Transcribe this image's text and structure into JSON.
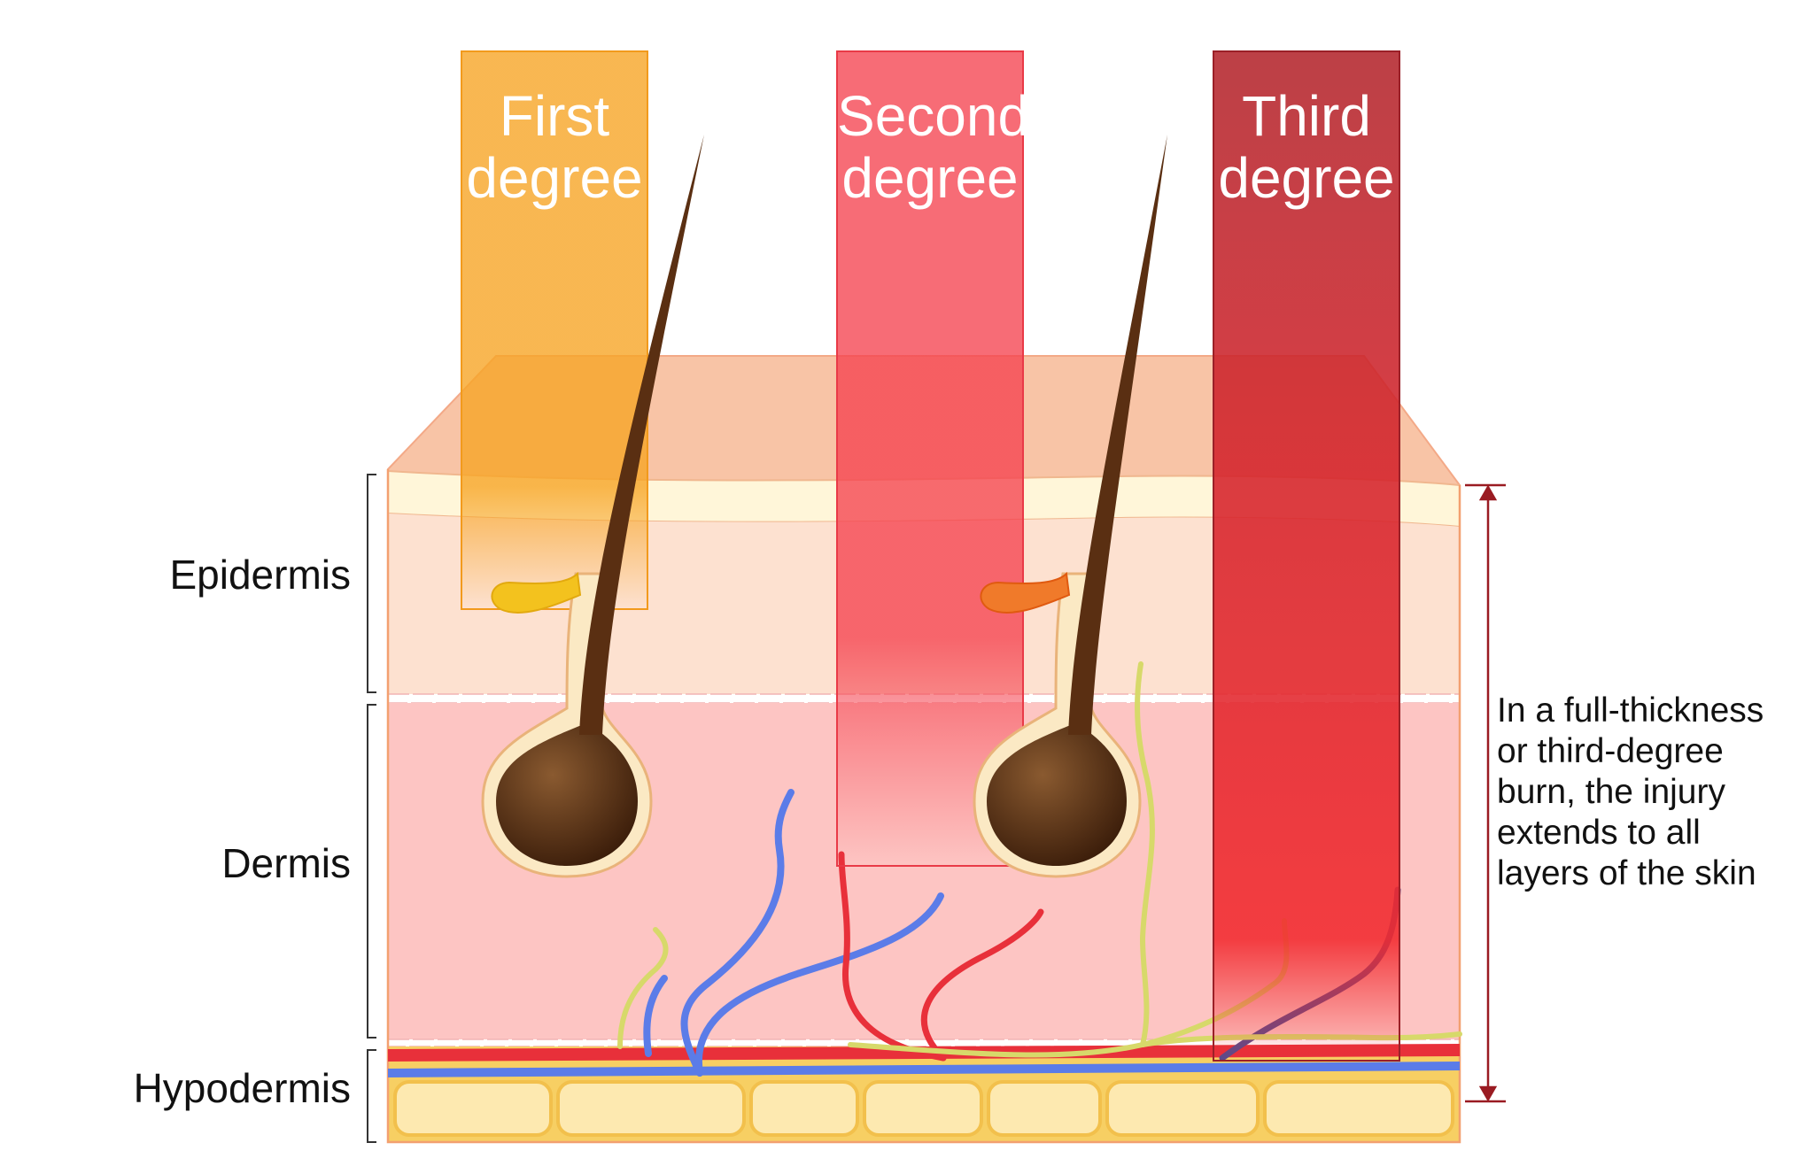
{
  "burn_degrees": [
    {
      "line1": "First",
      "line2": "degree",
      "color": "#f7b23c"
    },
    {
      "line1": "Second",
      "line2": "degree",
      "color": "#f4535f"
    },
    {
      "line1": "Third",
      "line2": "degree",
      "color": "#b02a31"
    }
  ],
  "layers": {
    "epidermis": "Epidermis",
    "dermis": "Dermis",
    "hypodermis": "Hypodermis"
  },
  "note": {
    "lines": [
      "In a full-thickness",
      "or third-degree",
      "burn, the injury",
      "extends to all",
      "layers of the skin"
    ]
  },
  "colors": {
    "epidermis": "#fde1d0",
    "dermis": "#fdc5c3",
    "fat": "#fde9b0",
    "hair": "#5a2f12",
    "artery": "#e8303a",
    "vein": "#5b7ce8",
    "nerve": "#c8d060",
    "bracket": "#9a1b22"
  }
}
